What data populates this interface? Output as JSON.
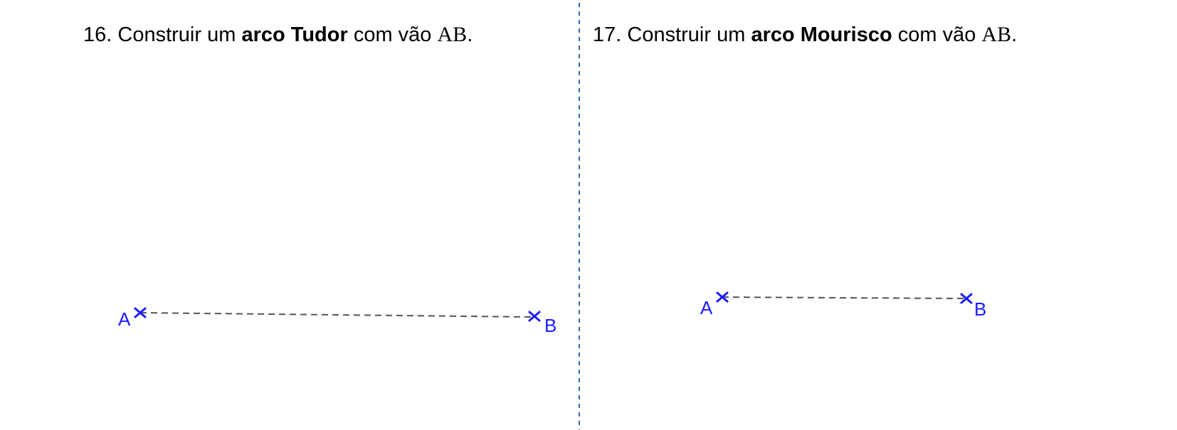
{
  "exercises": [
    {
      "number": "16.",
      "text_before": "Construir um",
      "bold": "arco Tudor",
      "text_after": "com vão",
      "segment": "AB",
      "end": ".",
      "point_a": "A",
      "point_b": "B"
    },
    {
      "number": "17.",
      "text_before": "Construir um",
      "bold": "arco Mourisco",
      "text_after": "com vão",
      "segment": "AB",
      "end": ".",
      "point_a": "A",
      "point_b": "B"
    }
  ],
  "colors": {
    "point": "#1a1aff",
    "segment": "#555555",
    "divider": "#2e6da4"
  }
}
